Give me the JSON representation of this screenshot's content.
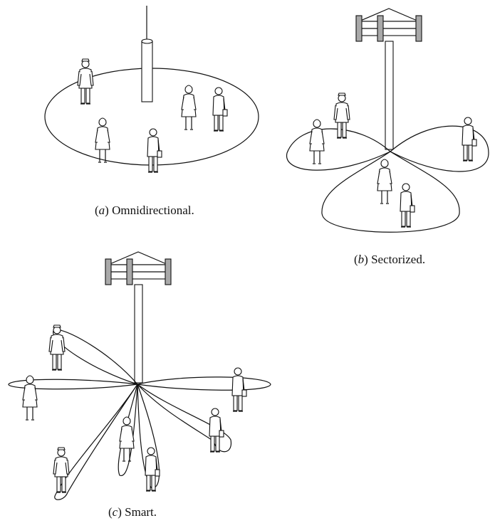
{
  "panels": {
    "a": {
      "paren_open": "(",
      "letter": "a",
      "paren_close": ")",
      "text": " Omnidirectional."
    },
    "b": {
      "paren_open": "(",
      "letter": "b",
      "paren_close": ")",
      "text": " Sectorized."
    },
    "c": {
      "paren_open": "(",
      "letter": "c",
      "paren_close": ")",
      "text": " Smart."
    }
  },
  "colors": {
    "line": "#111111",
    "antenna_panel": "#a9a9a9",
    "background": "#ffffff"
  }
}
